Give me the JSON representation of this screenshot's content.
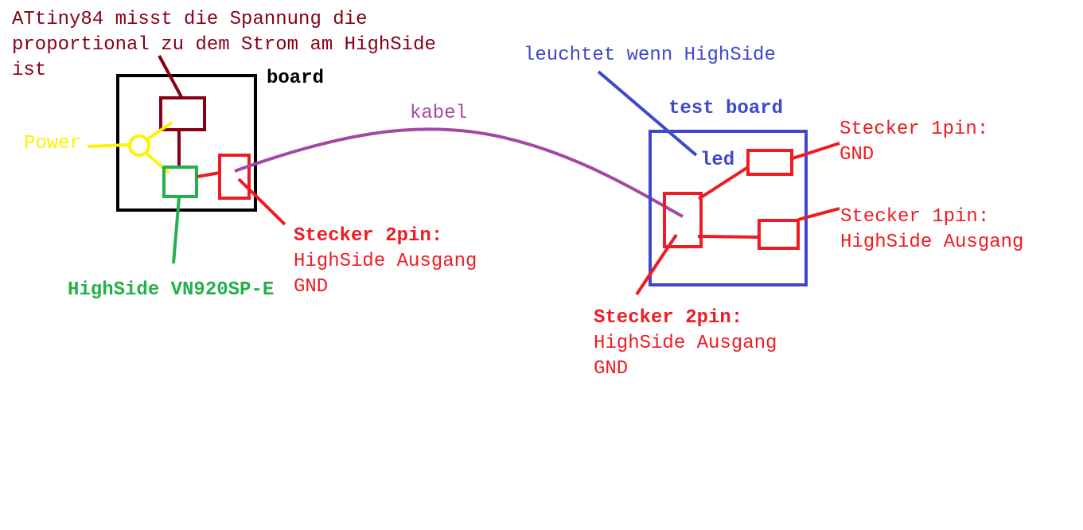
{
  "colors": {
    "dark_red": "#880015",
    "yellow": "#fff200",
    "green": "#22b14c",
    "red": "#ed1c24",
    "blue": "#3f48cc",
    "purple": "#a349a4",
    "black": "#000000"
  },
  "attiny_note": {
    "lines": [
      "ATtiny84 misst die Spannung die",
      "proportional zu dem Strom am HighSide",
      "ist"
    ]
  },
  "board": {
    "label": "board"
  },
  "power": {
    "label": "Power"
  },
  "highside_chip": {
    "label": "HighSide VN920SP-E"
  },
  "board_connector": {
    "title": "Stecker 2pin:",
    "lines": [
      "HighSide Ausgang",
      "GND"
    ]
  },
  "cable": {
    "label": "kabel"
  },
  "test_board": {
    "label": "test board"
  },
  "led": {
    "label": "led",
    "note": "leuchtet wenn HighSide"
  },
  "gnd_connector": {
    "title": "Stecker 1pin:",
    "line": "GND"
  },
  "highside_connector": {
    "title": "Stecker 1pin:",
    "line": "HighSide Ausgang"
  },
  "test_connector": {
    "title": "Stecker 2pin:",
    "lines": [
      "HighSide Ausgang",
      "GND"
    ]
  }
}
